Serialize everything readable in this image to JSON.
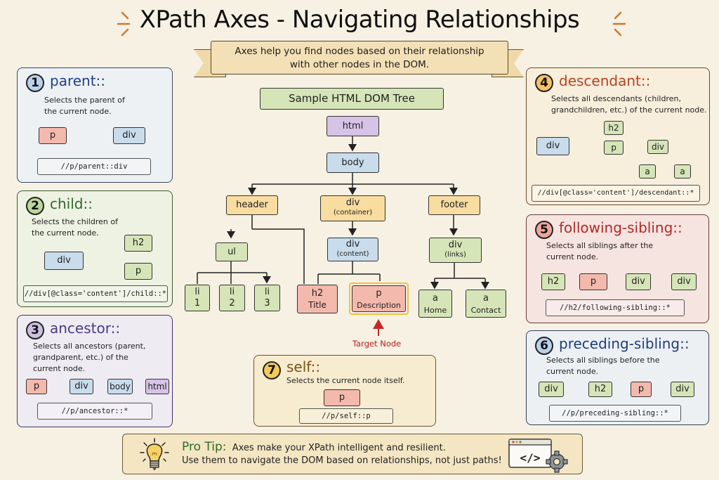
{
  "header": {
    "title": "XPath Axes - Navigating Relationships",
    "subtitle_line1": "Axes help you find nodes based on their relationship",
    "subtitle_line2": "with other nodes in the DOM."
  },
  "colors": {
    "background": "#f7f1e4",
    "parent": "#1f3f8a",
    "child": "#2e6b2a",
    "ancestor": "#4a3a86",
    "descendant": "#b8421e",
    "following_sibling": "#b32a2a",
    "preceding_sibling": "#1f3f7a",
    "self": "#7a5216",
    "arrow_orange": "#e07a24",
    "arrow_red": "#c62828",
    "target_red": "#b71c1c"
  },
  "tree": {
    "title": "Sample HTML DOM Tree",
    "html": "html",
    "body": "body",
    "header": "header",
    "div_container": "div",
    "div_container_sub": "(container)",
    "footer": "footer",
    "ul": "ul",
    "div_content": "div",
    "div_content_sub": "(content)",
    "div_links": "div",
    "div_links_sub": "(links)",
    "li1": "li",
    "li1_sub": "1",
    "li2": "li",
    "li2_sub": "2",
    "li3": "li",
    "li3_sub": "3",
    "h2": "h2",
    "h2_sub": "Title",
    "p": "p",
    "p_sub": "Description",
    "a1": "a",
    "a1_sub": "Home",
    "a2": "a",
    "a2_sub": "Contact",
    "target_label": "Target Node"
  },
  "axes": [
    {
      "number": "1",
      "name": "parent::",
      "desc": [
        "Selects the parent of",
        "the current node."
      ],
      "nodes": [
        "p",
        "div"
      ],
      "code": "//p/parent::div"
    },
    {
      "number": "2",
      "name": "child::",
      "desc": [
        "Selects the children of",
        "the current node."
      ],
      "nodes": [
        "div",
        "h2",
        "p"
      ],
      "code": "//div[@class='content']/child::*"
    },
    {
      "number": "3",
      "name": "ancestor::",
      "desc": [
        "Selects all ancestors (parent,",
        "grandparent, etc.) of the",
        "current node."
      ],
      "nodes": [
        "p",
        "div",
        "body",
        "html"
      ],
      "code": "//p/ancestor::*"
    },
    {
      "number": "4",
      "name": "descendant::",
      "desc": [
        "Selects all descendants (children,",
        "grandchildren, etc.) of the current node."
      ],
      "nodes": [
        "div",
        "h2",
        "p",
        "div",
        "a",
        "a"
      ],
      "code": "//div[@class='content']/descendant::*"
    },
    {
      "number": "5",
      "name": "following-sibling::",
      "desc": [
        "Selects all siblings after the",
        "current node."
      ],
      "nodes": [
        "h2",
        "p",
        "div",
        "div"
      ],
      "code": "//h2/following-sibling::*"
    },
    {
      "number": "6",
      "name": "preceding-sibling::",
      "desc": [
        "Selects all siblings before the",
        "current node."
      ],
      "nodes": [
        "div",
        "h2",
        "p",
        "div"
      ],
      "code": "//p/preceding-sibling::*"
    },
    {
      "number": "7",
      "name": "self::",
      "desc": [
        "Selects the current node itself."
      ],
      "nodes": [
        "p"
      ],
      "code": "//p/self::p"
    }
  ],
  "tip": {
    "label": "Pro Tip:",
    "line1": "Axes make your XPath intelligent and resilient.",
    "line2": "Use them to navigate the DOM based on relationships, not just paths!",
    "icon_left": "lightbulb-icon",
    "icon_right": "code-window-gear-icon",
    "code_glyph": "</>"
  }
}
